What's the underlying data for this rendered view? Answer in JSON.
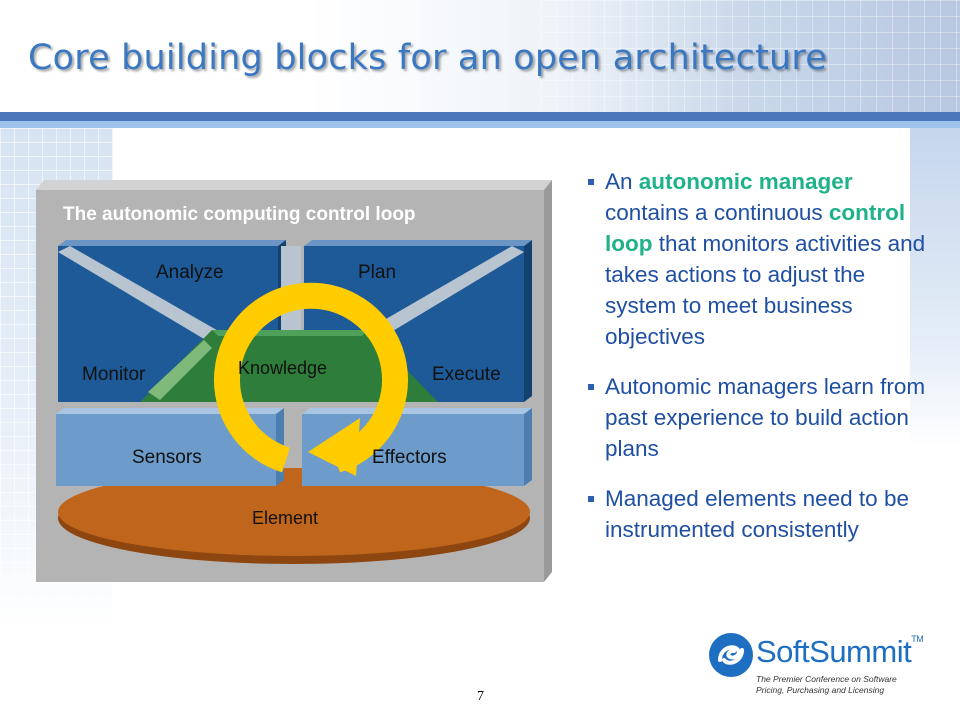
{
  "slide": {
    "title": "Core building blocks for an open architecture",
    "page_number": "7"
  },
  "diagram": {
    "title": "The autonomic computing control loop",
    "labels": {
      "analyze": "Analyze",
      "plan": "Plan",
      "monitor": "Monitor",
      "execute": "Execute",
      "knowledge": "Knowledge",
      "sensors": "Sensors",
      "effectors": "Effectors",
      "element": "Element"
    },
    "colors": {
      "panel": "#b4b4b4",
      "block_blue": "#1d5a97",
      "knowledge_green": "#2f7d3a",
      "sensor_blue": "#6d9ccb",
      "element_orange": "#c0651c",
      "arrow_yellow": "#ffcc00"
    }
  },
  "bullets": [
    {
      "segments": [
        {
          "text": "An ",
          "highlight": false
        },
        {
          "text": "autonomic manager",
          "highlight": true
        },
        {
          "text": " contains a continuous ",
          "highlight": false
        },
        {
          "text": "control loop",
          "highlight": true
        },
        {
          "text": " that monitors activities and takes actions to adjust the system to meet business objectives",
          "highlight": false
        }
      ]
    },
    {
      "segments": [
        {
          "text": "Autonomic managers learn from past experience to build action plans",
          "highlight": false
        }
      ]
    },
    {
      "segments": [
        {
          "text": "Managed elements need to be instrumented consistently",
          "highlight": false
        }
      ]
    }
  ],
  "logo": {
    "name": "SoftSummit",
    "trademark": "TM",
    "tagline_line1": "The Premier Conference on Software",
    "tagline_line2": "Pricing, Purchasing and Licensing"
  },
  "theme": {
    "title_color": "#3a78c2",
    "bullet_color": "#1f4fa3",
    "highlight_color": "#1fb28a"
  }
}
